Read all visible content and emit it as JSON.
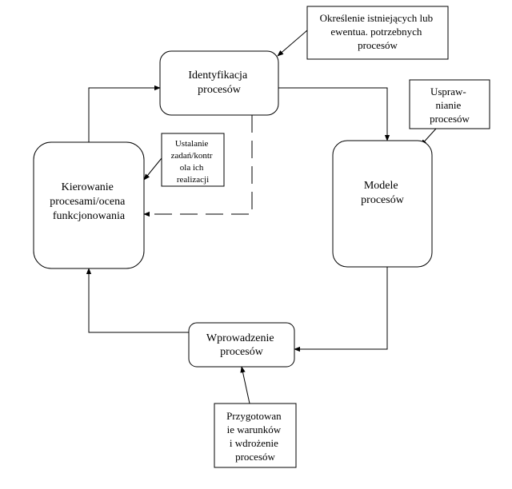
{
  "nodes": {
    "identyfikacja": [
      "Identyfikacja",
      "procesów"
    ],
    "kierowanie": [
      "Kierowanie",
      "procesami/ocena",
      "funkcjonowania"
    ],
    "modele": [
      "Modele",
      "procesów"
    ],
    "wprowadzenie": [
      "Wprowadzenie",
      "procesów"
    ]
  },
  "notes": {
    "okreslenie": [
      "Określenie istniejących lub",
      "ewentua. potrzebnych",
      "procesów"
    ],
    "usprawnianie": [
      "Uspraw-",
      "nianie",
      "procesów"
    ],
    "ustalanie": [
      "Ustalanie",
      "zadań/kontr",
      "ola ich",
      "realizacji"
    ],
    "przygotowanie": [
      "Przygotowan",
      "ie warunków",
      "i wdrożenie",
      "procesów"
    ]
  }
}
